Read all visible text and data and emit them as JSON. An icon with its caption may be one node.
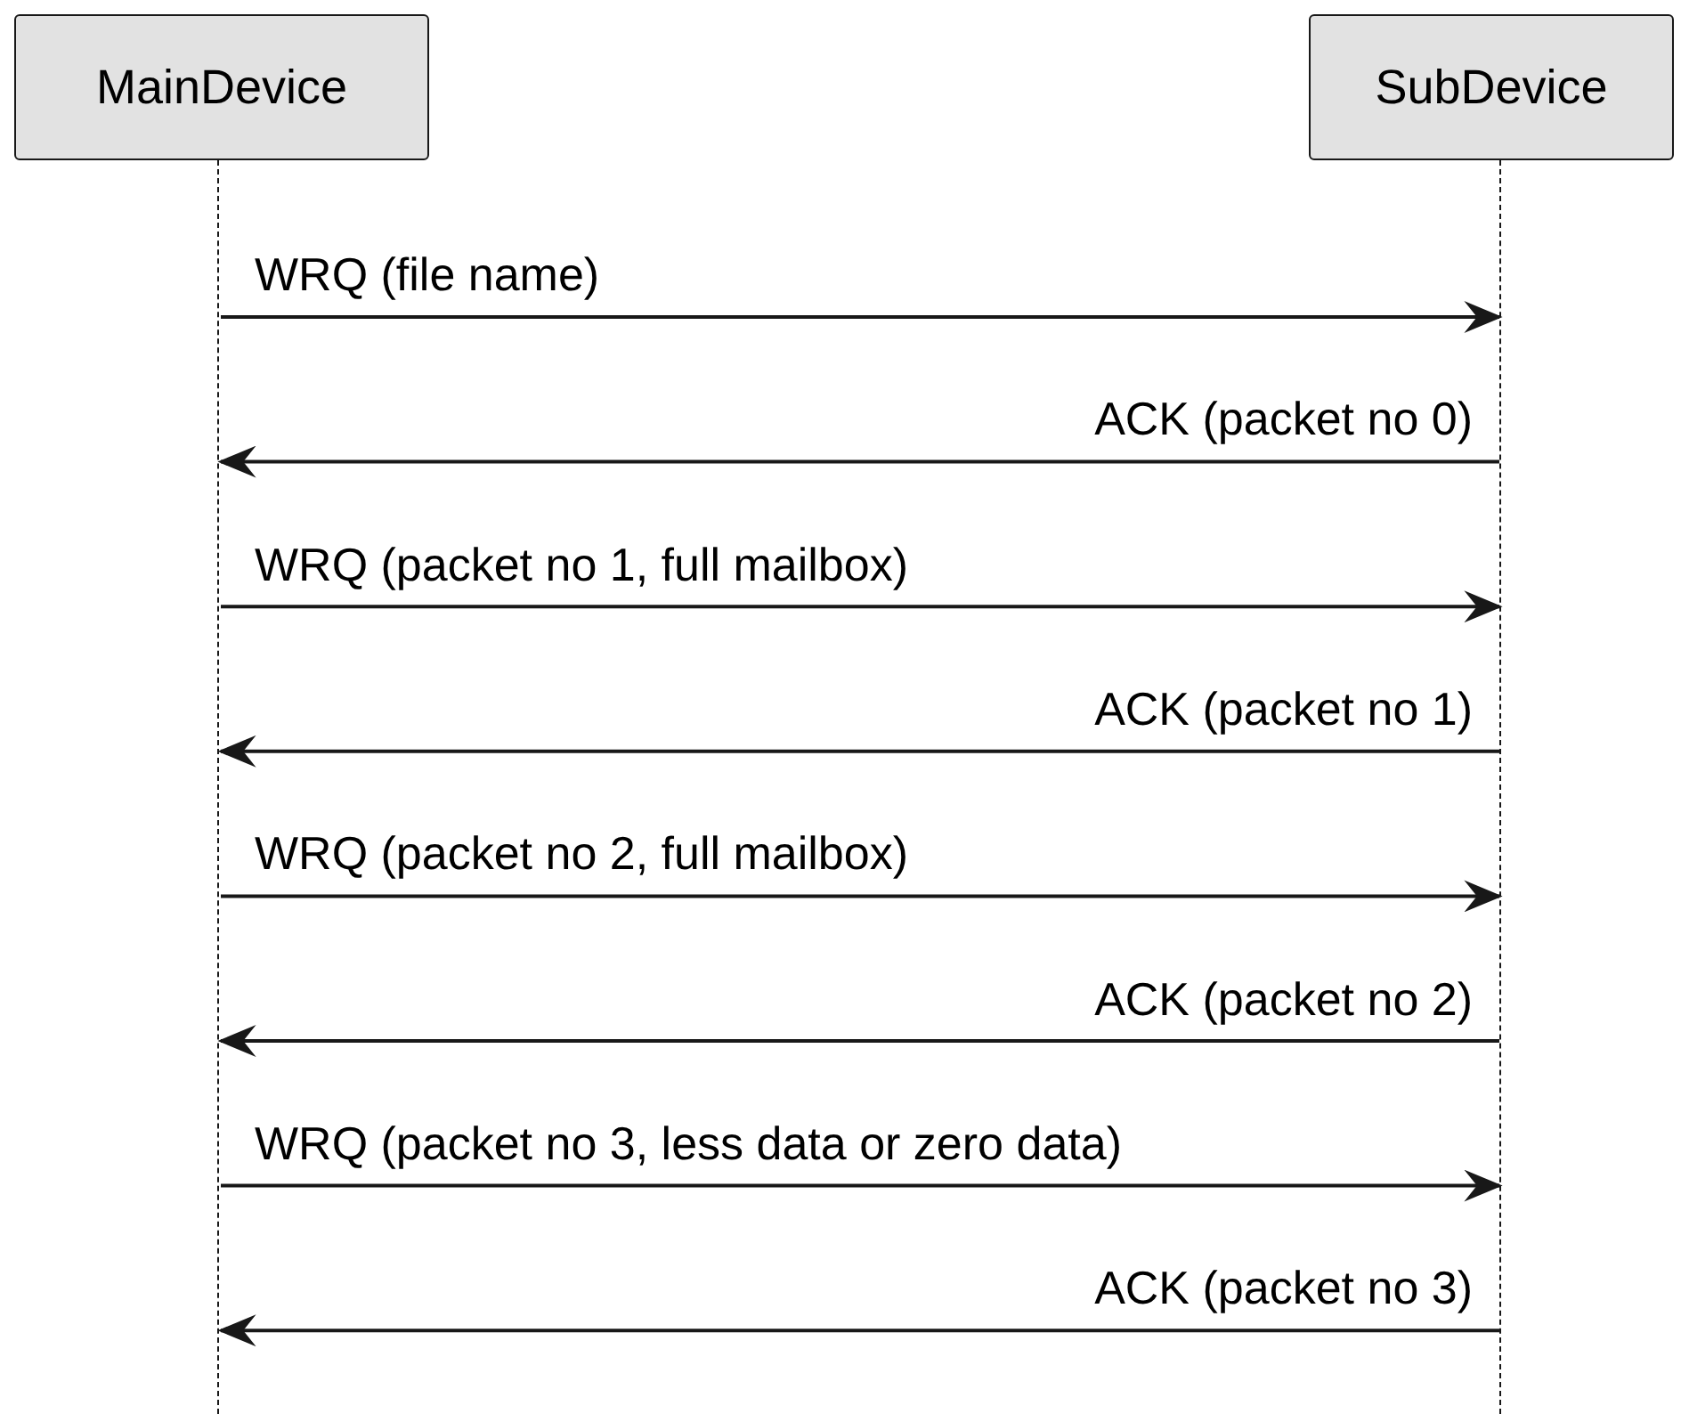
{
  "diagram": {
    "nodes": [
      {
        "text": [
          "MainDevice"
        ]
      },
      {
        "text": [
          "SubDevice"
        ]
      },
      {
        "text": [],
        "shape": "line"
      },
      {
        "text": [],
        "shape": "line"
      }
    ],
    "edges": [
      {
        "from": 2,
        "to": 3,
        "arrow": "to",
        "label": "WRQ (file name)"
      },
      {
        "from": 3,
        "to": 2,
        "arrow": "to",
        "label": "ACK (packet no 0)"
      },
      {
        "from": 2,
        "to": 3,
        "arrow": "to",
        "label": "WRQ (packet no 1, full mailbox)"
      },
      {
        "from": 3,
        "to": 2,
        "arrow": "to",
        "label": "ACK (packet no 1)"
      },
      {
        "from": 2,
        "to": 3,
        "arrow": "to",
        "label": "WRQ (packet no 2, full mailbox)"
      },
      {
        "from": 3,
        "to": 2,
        "arrow": "to",
        "label": "ACK (packet no 2)"
      },
      {
        "from": 2,
        "to": 3,
        "arrow": "to",
        "label": "WRQ (packet no 3, less data or zero data)"
      },
      {
        "from": 3,
        "to": 2,
        "arrow": "to",
        "label": "ACK (packet no 3)"
      }
    ]
  }
}
